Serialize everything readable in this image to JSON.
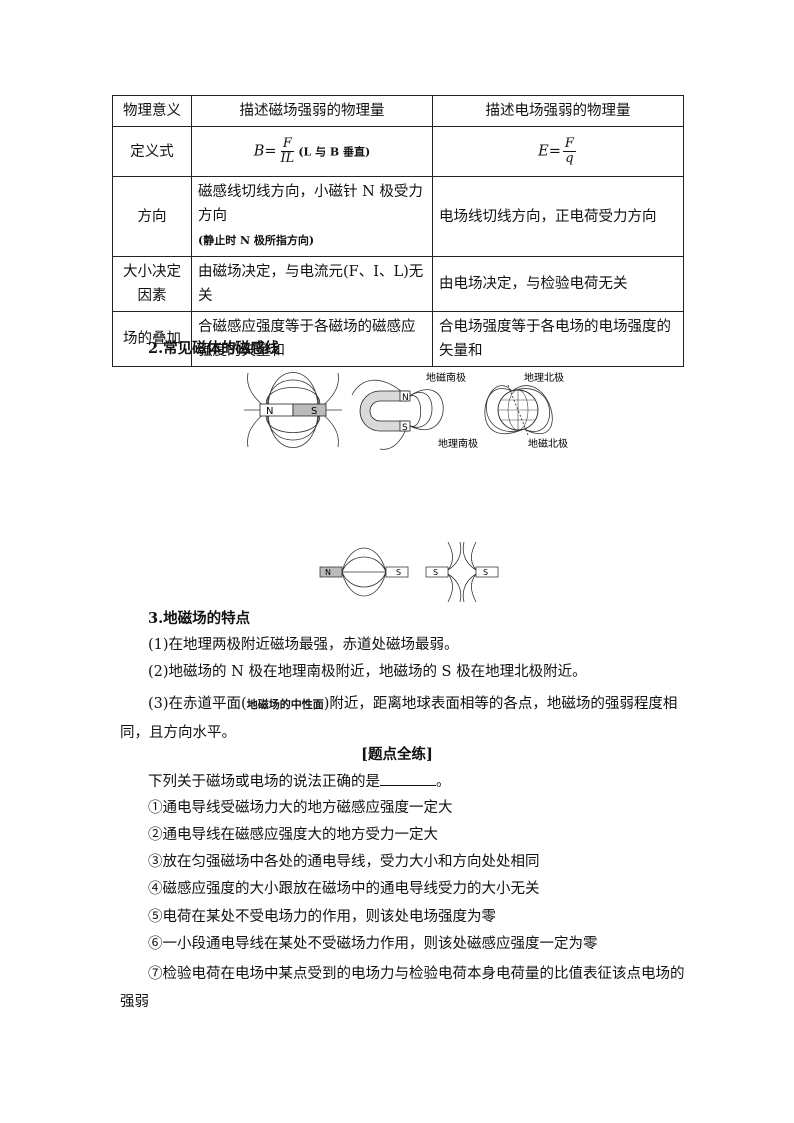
{
  "table": {
    "header": [
      "物理意义",
      "描述磁场强弱的物理量",
      "描述电场强弱的物理量"
    ],
    "definition": {
      "label": "定义式",
      "b_left": "B=",
      "b_num": "F",
      "b_den": "IL",
      "b_note": "(L 与 B 垂直)",
      "e_left": "E=",
      "e_num": "F",
      "e_den": "q"
    },
    "direction": {
      "label": "方向",
      "magnetic": "磁感线切线方向，小磁针 N 极受力方向",
      "magnetic_note": "(静止时 N 极所指方向)",
      "electric": "电场线切线方向，正电荷受力方向"
    },
    "factor": {
      "label": "大小决定因素",
      "magnetic": "由磁场决定，与电流元(F、I、L)无关",
      "electric": "由电场决定，与检验电荷无关"
    },
    "superposition": {
      "label": "场的叠加",
      "magnetic": "合磁感应强度等于各磁场的磁感应强度的矢量和",
      "electric": "合电场强度等于各电场的电场强度的矢量和"
    }
  },
  "section2": {
    "title": "2.常见磁体的磁感线"
  },
  "figure": {
    "pole_n": "N",
    "pole_s": "S",
    "earth_labels": {
      "geo_south_mag": "地磁南极",
      "geo_north": "地理北极",
      "geo_south": "地理南极",
      "mag_north": "地磁北极"
    }
  },
  "section3": {
    "title": "3.地磁场的特点",
    "p1": "(1)在地理两极附近磁场最强，赤道处磁场最弱。",
    "p2": "(2)地磁场的 N 极在地理南极附近，地磁场的 S 极在地理北极附近。",
    "p3_a": "(3)在赤道平面(",
    "p3_note": "地磁场的中性面",
    "p3_b": ")附近，距离地球表面相等的各点，地磁场的强弱程度相同，且方向水平。"
  },
  "practice": {
    "heading": "[题点全练]",
    "question": "下列关于磁场或电场的说法正确的是",
    "question_end": "。",
    "items": [
      "①通电导线受磁场力大的地方磁感应强度一定大",
      "②通电导线在磁感应强度大的地方受力一定大",
      "③放在匀强磁场中各处的通电导线，受力大小和方向处处相同",
      "④磁感应强度的大小跟放在磁场中的通电导线受力的大小无关",
      "⑤电荷在某处不受电场力的作用，则该处电场强度为零",
      "⑥一小段通电导线在某处不受磁场力作用，则该处磁感应强度一定为零",
      "⑦检验电荷在电场中某点受到的电场力与检验电荷本身电荷量的比值表征该点电场的强弱"
    ]
  }
}
